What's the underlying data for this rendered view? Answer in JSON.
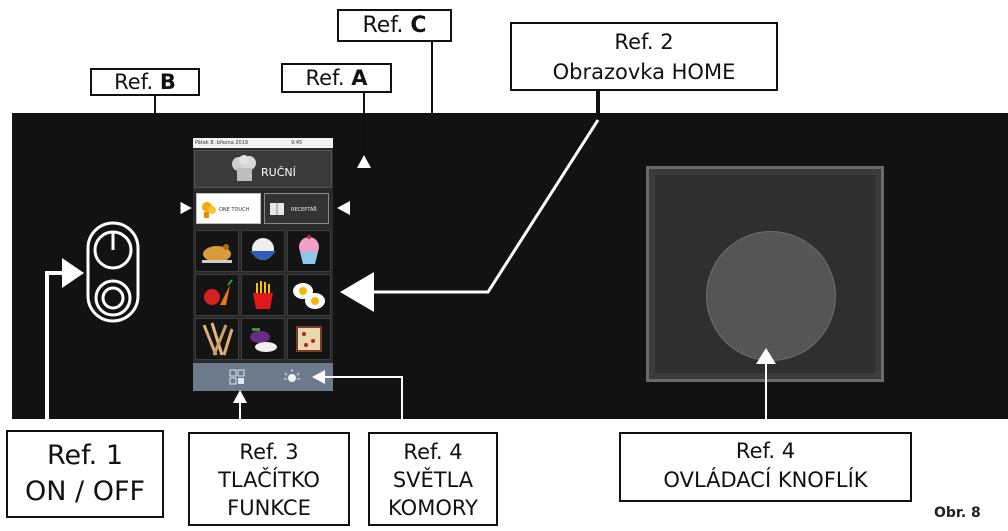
{
  "callouts": {
    "ref_b": {
      "prefix": "Ref. ",
      "letter": "B"
    },
    "ref_a": {
      "prefix": "Ref. ",
      "letter": "A"
    },
    "ref_c": {
      "prefix": "Ref. ",
      "letter": "C"
    },
    "ref_2": {
      "line1": "Ref. 2",
      "line2": "Obrazovka HOME"
    },
    "ref_1": {
      "line1": "Ref. 1",
      "line2": "ON / OFF"
    },
    "ref_3": {
      "line1": "Ref. 3",
      "line2": "TLAČÍTKO",
      "line3": "FUNKCE"
    },
    "ref_4a": {
      "line1": "Ref. 4",
      "line2": "SVĚTLA",
      "line3": "KOMORY"
    },
    "ref_4b": {
      "line1": "Ref. 4",
      "line2": "OVLÁDACÍ KNOFLÍK"
    }
  },
  "screen": {
    "date": "Pátek 8. března 2019",
    "time": "9:45",
    "mode_label": "RUČNÍ",
    "tab_one_touch": "ONE TOUCH",
    "tab_recipes": "RECEPTÁŘ",
    "grid_icons": [
      "roast-chicken-icon",
      "rice-bowl-icon",
      "cupcake-icon",
      "vegetables-icon",
      "fries-icon",
      "fried-eggs-icon",
      "breadsticks-icon",
      "eggplant-icon",
      "pizza-tray-icon"
    ],
    "bottom_icons": [
      "function-grid-icon",
      "chamber-light-icon"
    ]
  },
  "figure_label": "Obr. 8",
  "colors": {
    "panel": "#121212",
    "screen_bar": "#6c7a8c",
    "arrow": "#ffffff"
  }
}
